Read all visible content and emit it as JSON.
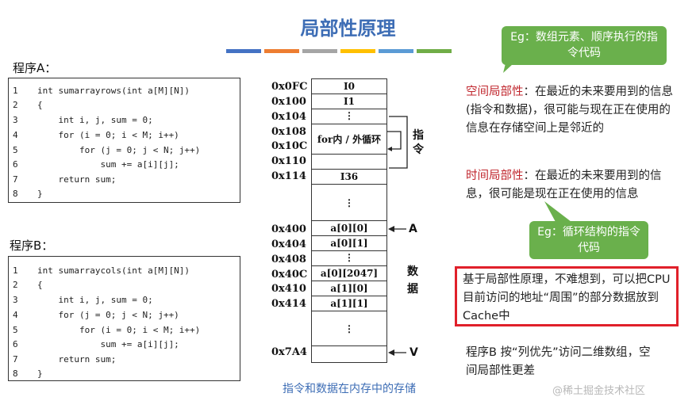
{
  "title": "局部性原理",
  "accent_bars": [
    "#4472c4",
    "#ed7d31",
    "#a5a5a5",
    "#ffc000",
    "#5b9bd5",
    "#70ad47"
  ],
  "program_a": {
    "label": "程序A：",
    "lines": [
      {
        "no": "1",
        "code": "int sumarrayrows(int a[M][N])"
      },
      {
        "no": "2",
        "code": "{"
      },
      {
        "no": "3",
        "code": "    int i, j, sum = 0;"
      },
      {
        "no": "4",
        "code": "    for (i = 0; i < M; i++)"
      },
      {
        "no": "5",
        "code": "        for (j = 0; j < N; j++)"
      },
      {
        "no": "6",
        "code": "            sum += a[i][j];"
      },
      {
        "no": "7",
        "code": "    return sum;"
      },
      {
        "no": "8",
        "code": "}"
      }
    ]
  },
  "program_b": {
    "label": "程序B：",
    "lines": [
      {
        "no": "1",
        "code": "int sumarraycols(int a[M][N])"
      },
      {
        "no": "2",
        "code": "{"
      },
      {
        "no": "3",
        "code": "    int i, j, sum = 0;"
      },
      {
        "no": "4",
        "code": "    for (j = 0; j < N; j++)"
      },
      {
        "no": "5",
        "code": "        for (i = 0; i < M; i++)"
      },
      {
        "no": "6",
        "code": "            sum += a[i][j];"
      },
      {
        "no": "7",
        "code": "    return sum;"
      },
      {
        "no": "8",
        "code": "}"
      }
    ]
  },
  "memory": {
    "addresses": [
      "0x0FC",
      "0x100",
      "0x104",
      "0x108",
      "0x10C",
      "0x110",
      "0x114",
      "0x400",
      "0x404",
      "0x408",
      "0x40C",
      "0x410",
      "0x414",
      "0x7A4"
    ],
    "cells": [
      "I0",
      "I1",
      "⋮",
      "for内 / 外循环",
      "",
      "I36",
      "⋮",
      "a[0][0]",
      "a[0][1]",
      "⋮",
      "a[0][2047]",
      "a[1][0]",
      "a[1][1]",
      "⋮",
      ""
    ],
    "instr_label": "指令",
    "data_label": "数据",
    "pointer_a": "A",
    "pointer_v": "V",
    "caption": "指令和数据在内存中的存储"
  },
  "callout_top": "Eg：数组元素、顺序执行的指令代码",
  "callout_mid": "Eg：循环结构的指令代码",
  "spatial": {
    "term": "空间局部性",
    "text": "：在最近的未来要用到的信息(指令和数据)，很可能与现在正在使用的信息在存储空间上是邻近的"
  },
  "temporal": {
    "term": "时间局部性",
    "text": "：在最近的未来要用到的信息，很可能是现在正在使用的信息"
  },
  "conclusion": "基于局部性原理，不难想到，可以把CPU目前访问的地址“周围”的部分数据放到Cache中",
  "bottom_note": "程序B 按“列优先”访问二维数组，空间局部性更差",
  "watermark": "@稀土掘金技术社区"
}
